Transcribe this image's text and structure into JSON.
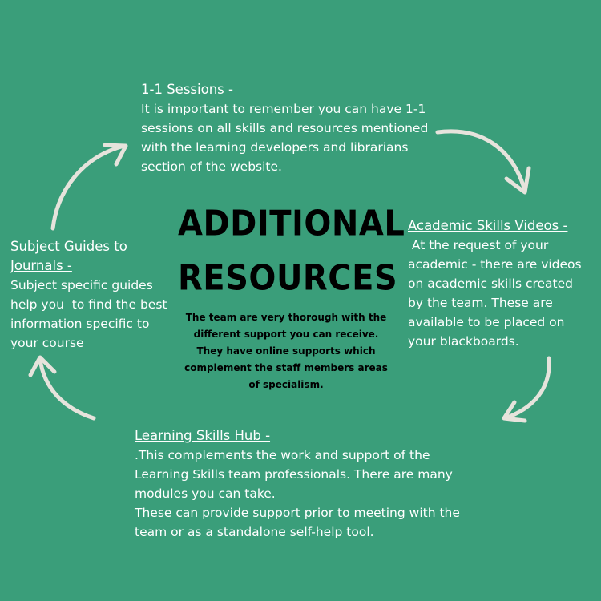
{
  "title": {
    "line1": "ADDITIONAL",
    "line2": "RESOURCES"
  },
  "description": [
    "The team are very thorough with the",
    "different support you can receive.",
    "They have online supports which",
    "complement the staff members areas",
    "of specialism."
  ],
  "sections": {
    "sessions": {
      "heading": "1-1 Sessions - ",
      "lines": [
        "It is important to remember you can have 1-1",
        "sessions on all skills and resources mentioned",
        "with the learning developers and librarians",
        "section of the website."
      ]
    },
    "academic": {
      "heading": "Academic Skills Videos -",
      "lines": [
        " At the request of your",
        "academic - there are videos",
        "on academic skills created",
        "by the team. These are",
        "available to be placed on",
        "your blackboards."
      ]
    },
    "learning": {
      "heading": "Learning Skills Hub -",
      "lines": [
        ".This complements the work and support of the",
        "Learning Skills team professionals. There are many",
        "modules you can take.",
        "These can provide support prior to meeting with the",
        "team or as a standalone self-help tool."
      ]
    },
    "subject": {
      "heading1": "Subject Guides to",
      "heading2": "Journals -",
      "lines": [
        "Subject specific guides",
        "help you  to find the best",
        "information specific to",
        "your course"
      ]
    }
  },
  "colors": {
    "background": "#3a9e7a",
    "arrow": "#e6e3dc",
    "text": "#ffffff",
    "title": "#000000"
  },
  "icons": [
    "curved-arrow-icon"
  ]
}
